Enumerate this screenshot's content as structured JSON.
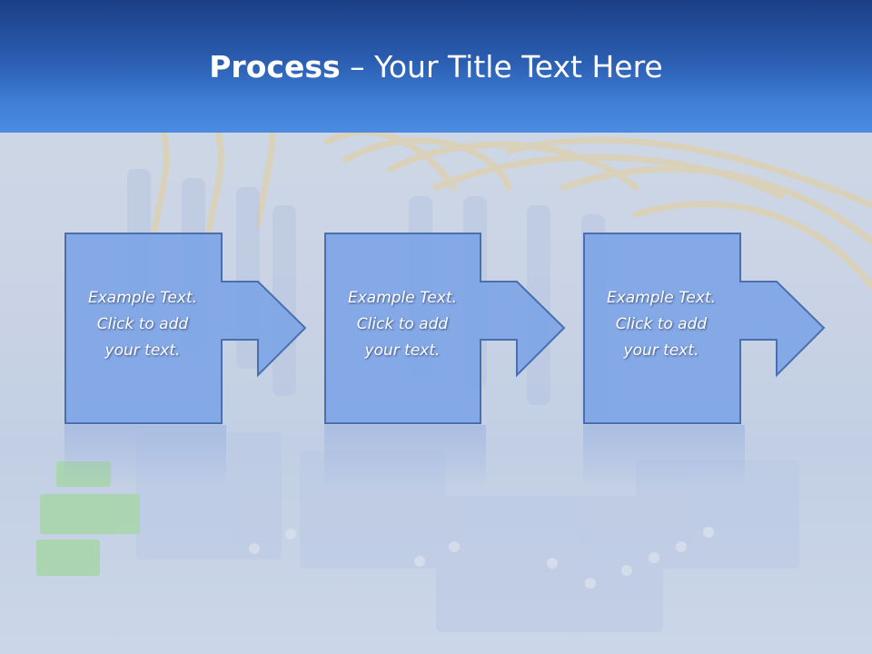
{
  "title": {
    "bold": "Process",
    "rest": " – Your Title Text Here"
  },
  "steps": [
    {
      "line1": "Example Text.",
      "line2": "Click  to add",
      "line3": "your text."
    },
    {
      "line1": "Example Text.",
      "line2": "Click  to add",
      "line3": "your text."
    },
    {
      "line1": "Example Text.",
      "line2": "Click  to add",
      "line3": "your text."
    }
  ],
  "colors": {
    "header_dark": "#1c3f86",
    "header_light": "#4c8be2",
    "step_fill": "#7ea5e6",
    "step_stroke": "#4a6fae"
  }
}
